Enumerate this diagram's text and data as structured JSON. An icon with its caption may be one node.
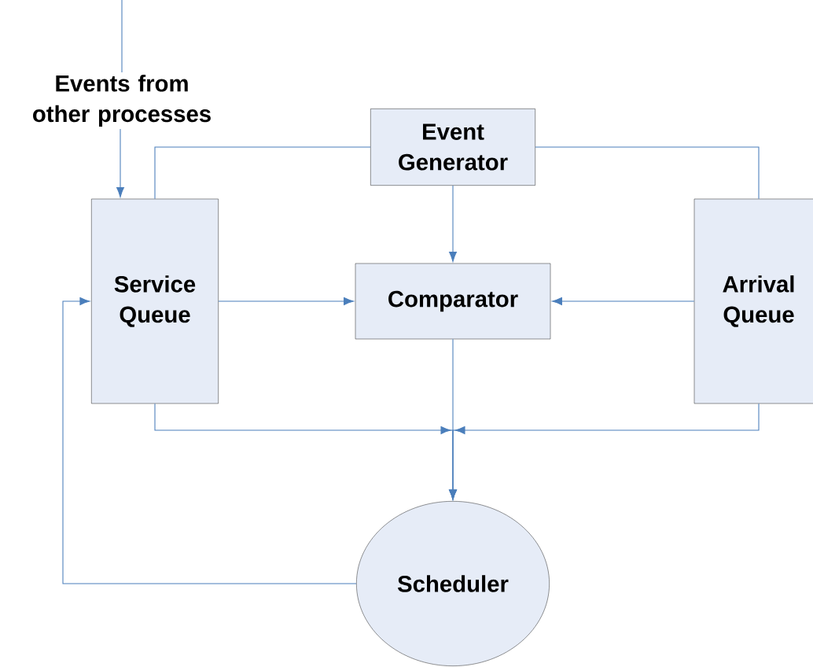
{
  "diagram": {
    "nodes": [
      {
        "text": [
          "Events from other processes"
        ]
      },
      {
        "text": [
          "Event Generator"
        ]
      },
      {
        "text": [
          "Service Queue"
        ]
      },
      {
        "text": [
          "Comparator"
        ]
      },
      {
        "text": [
          "Arrival Queue"
        ]
      },
      {
        "text": [
          "Scheduler"
        ]
      }
    ],
    "edges": [
      {
        "from": null,
        "to": 0,
        "arrow": "none"
      },
      {
        "from": 0,
        "to": 2,
        "arrow": "to"
      },
      {
        "from": 1,
        "to": 2,
        "arrow": "none"
      },
      {
        "from": 1,
        "to": 3,
        "arrow": "to"
      },
      {
        "from": 1,
        "to": 4,
        "arrow": "none"
      },
      {
        "from": 2,
        "to": 3,
        "arrow": "to"
      },
      {
        "from": 4,
        "to": 3,
        "arrow": "to"
      },
      {
        "from": 3,
        "to": 5,
        "arrow": "to"
      },
      {
        "from": 2,
        "to": 5,
        "arrow": "to"
      },
      {
        "from": 4,
        "to": 5,
        "arrow": "to"
      },
      {
        "from": 5,
        "to": 2,
        "arrow": "to"
      }
    ]
  }
}
